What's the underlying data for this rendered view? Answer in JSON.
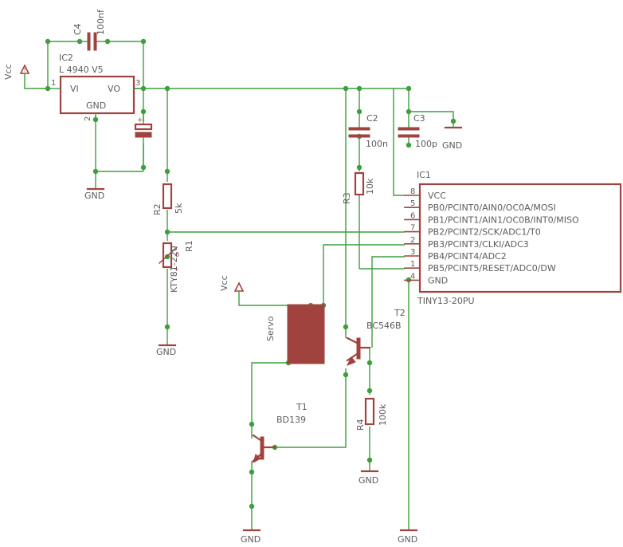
{
  "components": {
    "ic2": {
      "name": "IC2",
      "value": "L 4940 V5",
      "pin_vi": "VI",
      "pin_vo": "VO",
      "pin_gnd": "GND",
      "pin1": "1",
      "pin2": "2",
      "pin3": "3"
    },
    "c4": {
      "name": "C4",
      "value": "100nf"
    },
    "c2": {
      "name": "C2",
      "value": "100n"
    },
    "c3": {
      "name": "C3",
      "value": "100p"
    },
    "r2": {
      "name": "R2",
      "value": "5k"
    },
    "r1": {
      "name": "R1",
      "value": "KTY81-220"
    },
    "r3": {
      "name": "R3",
      "value": "10k"
    },
    "r4": {
      "name": "R4",
      "value": "100k"
    },
    "t1": {
      "name": "T1",
      "value": "BD139"
    },
    "t2": {
      "name": "T2",
      "value": "BC546B"
    },
    "servo": {
      "name": "Servo"
    },
    "ic1": {
      "name": "IC1",
      "value": "TINY13-20PU",
      "pins": [
        {
          "num": "8",
          "label": "VCC"
        },
        {
          "num": "5",
          "label": "PB0/PCINT0/AIN0/OC0A/MOSI"
        },
        {
          "num": "6",
          "label": "PB1/PCINT1/AIN1/OC0B/INT0/MISO"
        },
        {
          "num": "7",
          "label": "PB2/PCINT2/SCK/ADC1/T0"
        },
        {
          "num": "2",
          "label": "PB3/PCINT3/CLKI/ADC3"
        },
        {
          "num": "3",
          "label": "PB4/PCINT4/ADC2"
        },
        {
          "num": "1",
          "label": "PB5/PCINT5/RESET/ADC0/DW"
        },
        {
          "num": "4",
          "label": "GND"
        }
      ]
    }
  },
  "supplies": {
    "vcc": "Vcc",
    "gnd": "GND"
  },
  "colors": {
    "wire": "#3f9e3f",
    "part": "#a0433f",
    "label": "#7a7a7a"
  }
}
